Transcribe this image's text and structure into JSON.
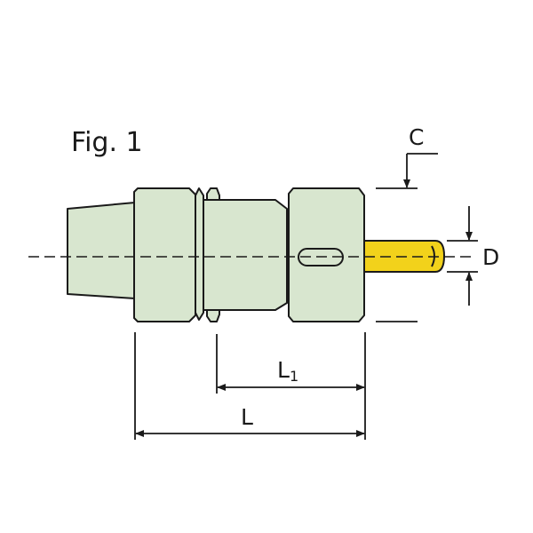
{
  "figure": {
    "title": "Fig. 1",
    "labels": {
      "c": "C",
      "d": "D",
      "l1_main": "L",
      "l1_sub": "1",
      "l": "L"
    }
  },
  "colors": {
    "body_fill": "#d8e6cf",
    "shank_fill": "#f2d21b",
    "outline": "#1a1a1a"
  }
}
